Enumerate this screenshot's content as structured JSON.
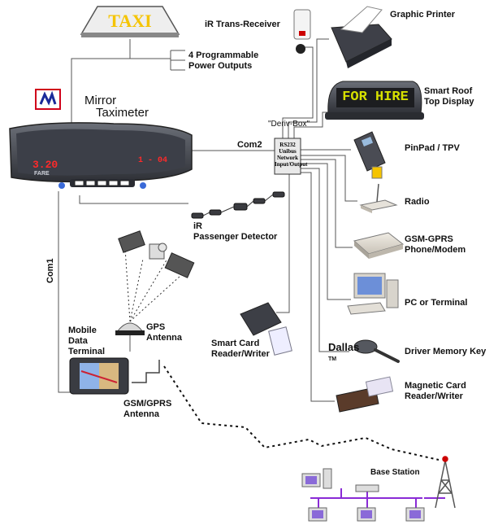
{
  "labels": {
    "taxi_sign": "TAXI",
    "programmable_outputs": "4 Programmable\nPower Outputs",
    "mirror": "Mirror",
    "taximeter": "Taximeter",
    "deriv_box": "\"Deriv-Box\"",
    "deriv_box_text": "RS232\nUnibus\nNetwork\nInput/Output",
    "com2": "Com2",
    "com1": "Com1",
    "ir_trans_receiver": "iR Trans-Receiver",
    "graphic_printer": "Graphic Printer",
    "smart_roof_display": "Smart Roof\nTop Display",
    "roof_display_text": "FOR HIRE",
    "pinpad": "PinPad / TPV",
    "radio": "Radio",
    "gsm_modem": "GSM-GPRS\nPhone/Modem",
    "pc_terminal": "PC or Terminal",
    "dallas": "Dallas",
    "trademark": "TM",
    "driver_memory_key": "Driver Memory Key",
    "magnetic_card": "Magnetic Card\nReader/Writer",
    "smart_card": "Smart Card\nReader/Writer",
    "ir_passenger_detector": "iR\nPassenger Detector",
    "gps_antenna": "GPS\nAntenna",
    "mobile_data_terminal": "Mobile\nData\nTerminal",
    "gsm_gprs_antenna": "GSM/GPRS\nAntenna",
    "base_station": "Base Station"
  },
  "meter_display": {
    "fare": "3.20",
    "fare_caption": "FARE",
    "time": "1 - 04"
  },
  "colors": {
    "wire": "#555555",
    "meter_red": "#ff2a2a",
    "taxi_yellow": "#f5c400",
    "roof_led": "#d6e000",
    "network_purple": "#8a2bd6",
    "logo_red": "#d0021b",
    "logo_blue": "#1a2a9a"
  }
}
